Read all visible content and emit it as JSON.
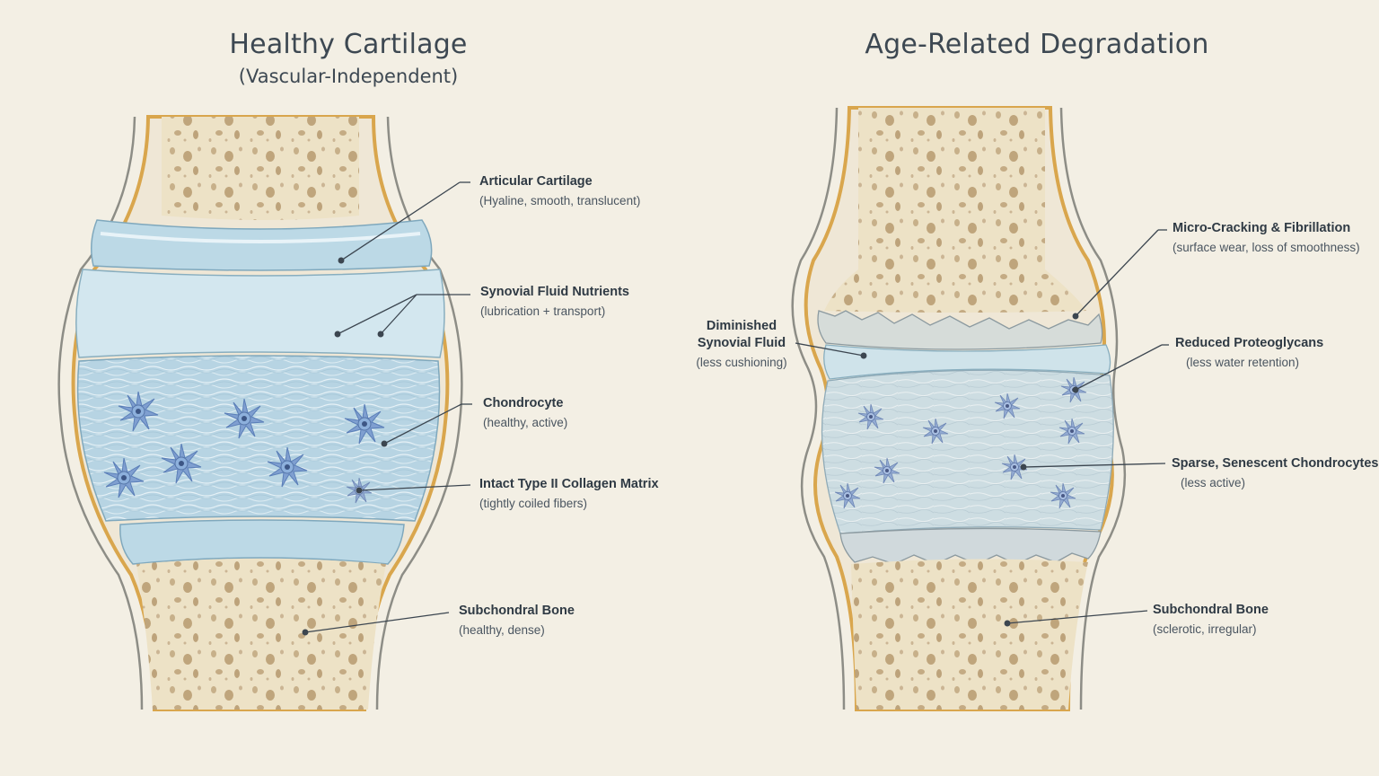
{
  "left_panel": {
    "title": "Healthy Cartilage",
    "subtitle": "(Vascular-Independent)",
    "labels": {
      "articular": {
        "name": "Articular Cartilage",
        "desc": "(Hyaline, smooth, translucent)"
      },
      "synovial": {
        "name": "Synovial Fluid Nutrients",
        "desc": "(lubrication + transport)"
      },
      "chondrocyte": {
        "name": "Chondrocyte",
        "desc": "(healthy, active)"
      },
      "collagen": {
        "name": "Intact Type II Collagen Matrix",
        "desc": "(tightly coiled fibers)"
      },
      "subchondral": {
        "name": "Subchondral Bone",
        "desc": "(healthy, dense)"
      }
    }
  },
  "right_panel": {
    "title": "Age-Related Degradation",
    "labels": {
      "microcracking": {
        "name": "Micro-Cracking & Fibrillation",
        "desc": "(surface wear, loss of smoothness)"
      },
      "diminished_line1": "Diminished",
      "diminished_line2": "Synovial Fluid",
      "diminished_desc": "(less cushioning)",
      "proteoglycans": {
        "name": "Reduced Proteoglycans",
        "desc": "(less water retention)"
      },
      "senescent": {
        "name": "Sparse, Senescent Chondrocytes",
        "desc": "(less active)"
      },
      "subchondral": {
        "name": "Subchondral Bone",
        "desc": "(sclerotic, irregular)"
      }
    }
  },
  "colors": {
    "background": "#f3efe4",
    "bone": "#ede2c6",
    "cartilage": "#bcd9e6",
    "fluid": "#d3e7ef",
    "capsule": "#d9a64d",
    "cell": "#7297c9",
    "leader": "#3c4650"
  }
}
